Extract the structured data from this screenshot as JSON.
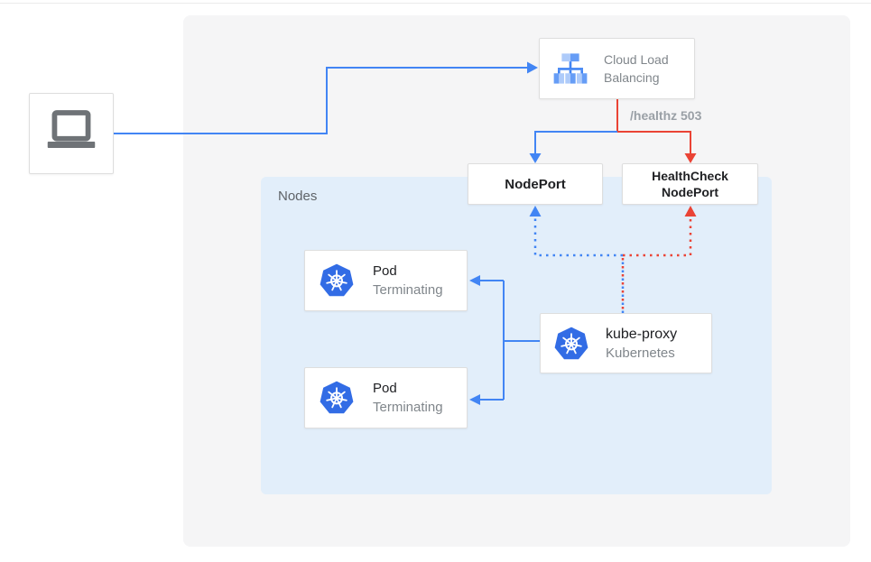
{
  "colors": {
    "blue": "#4285f4",
    "red": "#ea4335",
    "canvas_bg": "#f5f5f6",
    "nodes_bg": "#e2eefa",
    "kubernetes_blue": "#326ce5",
    "laptop_gray": "#6f7377"
  },
  "client": {
    "icon": "laptop-icon"
  },
  "load_balancer": {
    "label": "Cloud Load Balancing",
    "icon": "cloud-load-balancing-icon"
  },
  "edge_labels": {
    "healthz": "/healthz 503"
  },
  "nodeport": {
    "label": "NodePort"
  },
  "healthcheck_nodeport": {
    "label": "HealthCheck NodePort"
  },
  "nodes_group": {
    "label": "Nodes"
  },
  "pods": [
    {
      "name": "Pod",
      "status": "Terminating"
    },
    {
      "name": "Pod",
      "status": "Terminating"
    }
  ],
  "kube_proxy": {
    "name": "kube-proxy",
    "subtitle": "Kubernetes"
  }
}
